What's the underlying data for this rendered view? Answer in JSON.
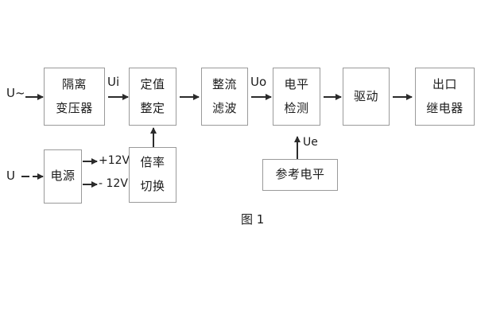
{
  "figure": {
    "caption": "图 1",
    "background_color": "#ffffff",
    "box_border_color": "#9a9a9a",
    "line_color": "#2b2b2b",
    "text_color": "#1b1b1b"
  },
  "blocks": [
    {
      "id": "isolation-transformer",
      "lines": [
        "隔离",
        "变压器"
      ]
    },
    {
      "id": "setting-value",
      "lines": [
        "定值",
        "整定"
      ]
    },
    {
      "id": "rectify-filter",
      "lines": [
        "整流",
        "滤波"
      ]
    },
    {
      "id": "level-detection",
      "lines": [
        "电平",
        "检测"
      ]
    },
    {
      "id": "drive",
      "lines": [
        "驱动"
      ]
    },
    {
      "id": "output-relay",
      "lines": [
        "出口",
        "继电器"
      ]
    },
    {
      "id": "power-supply",
      "lines": [
        "电源"
      ]
    },
    {
      "id": "multiplier-switch",
      "lines": [
        "倍率",
        "切换"
      ]
    },
    {
      "id": "reference-level",
      "lines": [
        "参考电平"
      ]
    }
  ],
  "labels": {
    "input_ac": "U~",
    "input_dc": "U",
    "signal_ui": "Ui",
    "signal_uo": "Uo",
    "signal_ue": "Ue",
    "rail_positive": "+12V",
    "rail_negative": "- 12V"
  }
}
